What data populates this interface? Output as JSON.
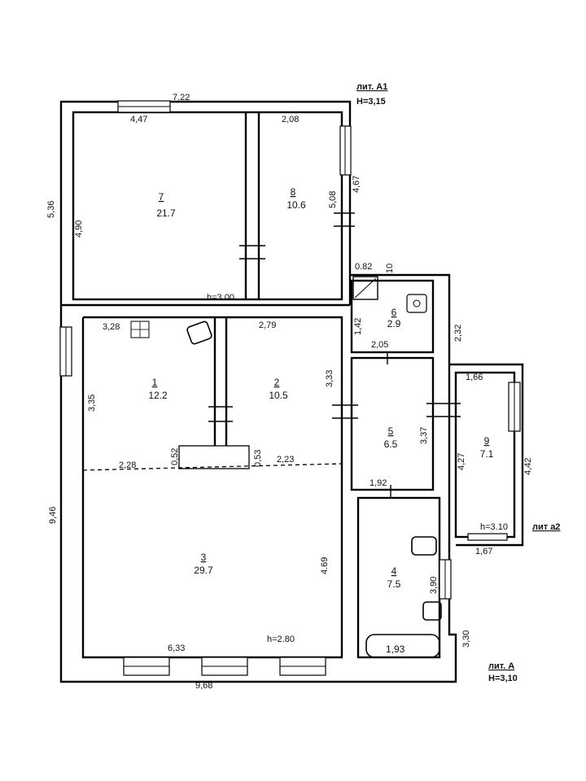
{
  "labels": {
    "lit_a1": "лит. А1",
    "h_a1": "Н=3,15",
    "lit_a2": "лит а2",
    "lit_a": "лит. А",
    "h_a": "Н=3,10"
  },
  "rooms": [
    {
      "number": "7",
      "area": "21.7"
    },
    {
      "number": "8",
      "area": "10.6"
    },
    {
      "number": "6",
      "area": "2.9"
    },
    {
      "number": "1",
      "area": "12.2"
    },
    {
      "number": "2",
      "area": "10.5"
    },
    {
      "number": "5",
      "area": "6.5"
    },
    {
      "number": "9",
      "area": "7.1"
    },
    {
      "number": "3",
      "area": "29.7"
    },
    {
      "number": "4",
      "area": "7.5"
    }
  ],
  "heights": {
    "room7": "h=3.00",
    "room3": "h=2.80",
    "room9": "h=3.10"
  },
  "dimensions": {
    "d_722": "7.22",
    "d_447": "4,47",
    "d_208": "2,08",
    "d_467": "4,67",
    "d_536": "5,36",
    "d_490": "4,90",
    "d_508": "5,08",
    "d_082": "0.82",
    "d_10": "10",
    "d_142": "1,42",
    "d_232": "2,32",
    "d_328": "3,28",
    "d_279": "2,79",
    "d_205": "2,05",
    "d_333": "3,33",
    "d_166": "1,66",
    "d_335": "3,35",
    "d_337": "3,37",
    "d_427": "4,27",
    "d_442": "4,42",
    "d_052": "0,52",
    "d_053": "0,53",
    "d_228": "2,28",
    "d_223": "2,23",
    "d_192": "1,92",
    "d_946": "9,46",
    "d_469": "4.69",
    "d_167": "1,67",
    "d_390": "3,90",
    "d_633": "6,33",
    "d_193": "1,93",
    "d_330": "3,30",
    "d_968": "9,68"
  }
}
